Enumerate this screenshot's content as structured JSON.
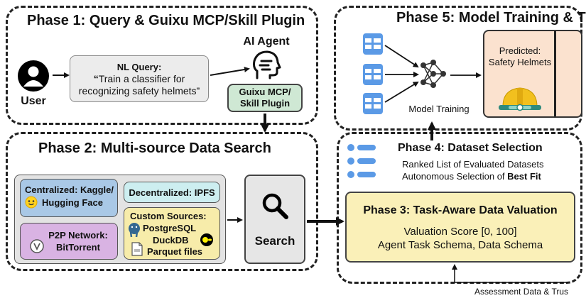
{
  "phase1": {
    "title": "Phase 1: Query & Guixu MCP/Skill Plugin",
    "user_label": "User",
    "nl_query_title": "NL Query:",
    "nl_query_open": "“",
    "nl_query_text_1": "Train a classifier for",
    "nl_query_text_2": "recognizing safety helmets”",
    "agent_label": "AI Agent",
    "plugin_line1": "Guixu MCP/",
    "plugin_line2": "Skill Plugin"
  },
  "phase2": {
    "title": "Phase 2: Multi-source Data Search",
    "centralized_1": "Centralized: Kaggle/",
    "centralized_2": "Hugging Face",
    "decentralized": "Decentralized: IPFS",
    "p2p_1": "P2P Network:",
    "p2p_2": "BitTorrent",
    "custom_title": "Custom Sources:",
    "custom_1": "PostgreSQL",
    "custom_2": "DuckDB",
    "custom_3": "Parquet files",
    "search_label": "Search"
  },
  "phase3": {
    "title": "Phase 3: Task-Aware Data Valuation",
    "line1": "Valuation Score [0, 100]",
    "line2": "Agent Task Schema, Data Schema"
  },
  "phase4": {
    "title": "Phase 4: Dataset Selection",
    "line1": "Ranked List of Evaluated Datasets",
    "line2_prefix": "Autonomous Selection of ",
    "line2_bold": "Best Fit"
  },
  "phase5": {
    "title": "Phase 5: Model Training & T",
    "model_training_label": "Model Training",
    "predicted_1": "Predicted:",
    "predicted_2": "Safety Helmets"
  },
  "bottom_note": "Assessment Data & Trus",
  "colors": {
    "query_bg": "#ececec",
    "plugin_bg": "#cfe8d4",
    "centralized_bg": "#a9c8e6",
    "decentralized_bg": "#cdeef0",
    "p2p_bg": "#d9b3e3",
    "custom_bg": "#f7ecaa",
    "valuation_bg": "#faf0b8",
    "predicted_bg": "#fbe2cf",
    "db_icon": "#5b9ae6",
    "helmet": "#f2c01e"
  },
  "icons": [
    "user-icon",
    "ai-agent-icon",
    "hugging-face-icon",
    "bittorrent-icon",
    "postgresql-icon",
    "duckdb-icon",
    "parquet-file-icon",
    "search-icon",
    "ranked-list-icon",
    "database-icon",
    "neural-network-icon",
    "helmet-icon"
  ]
}
